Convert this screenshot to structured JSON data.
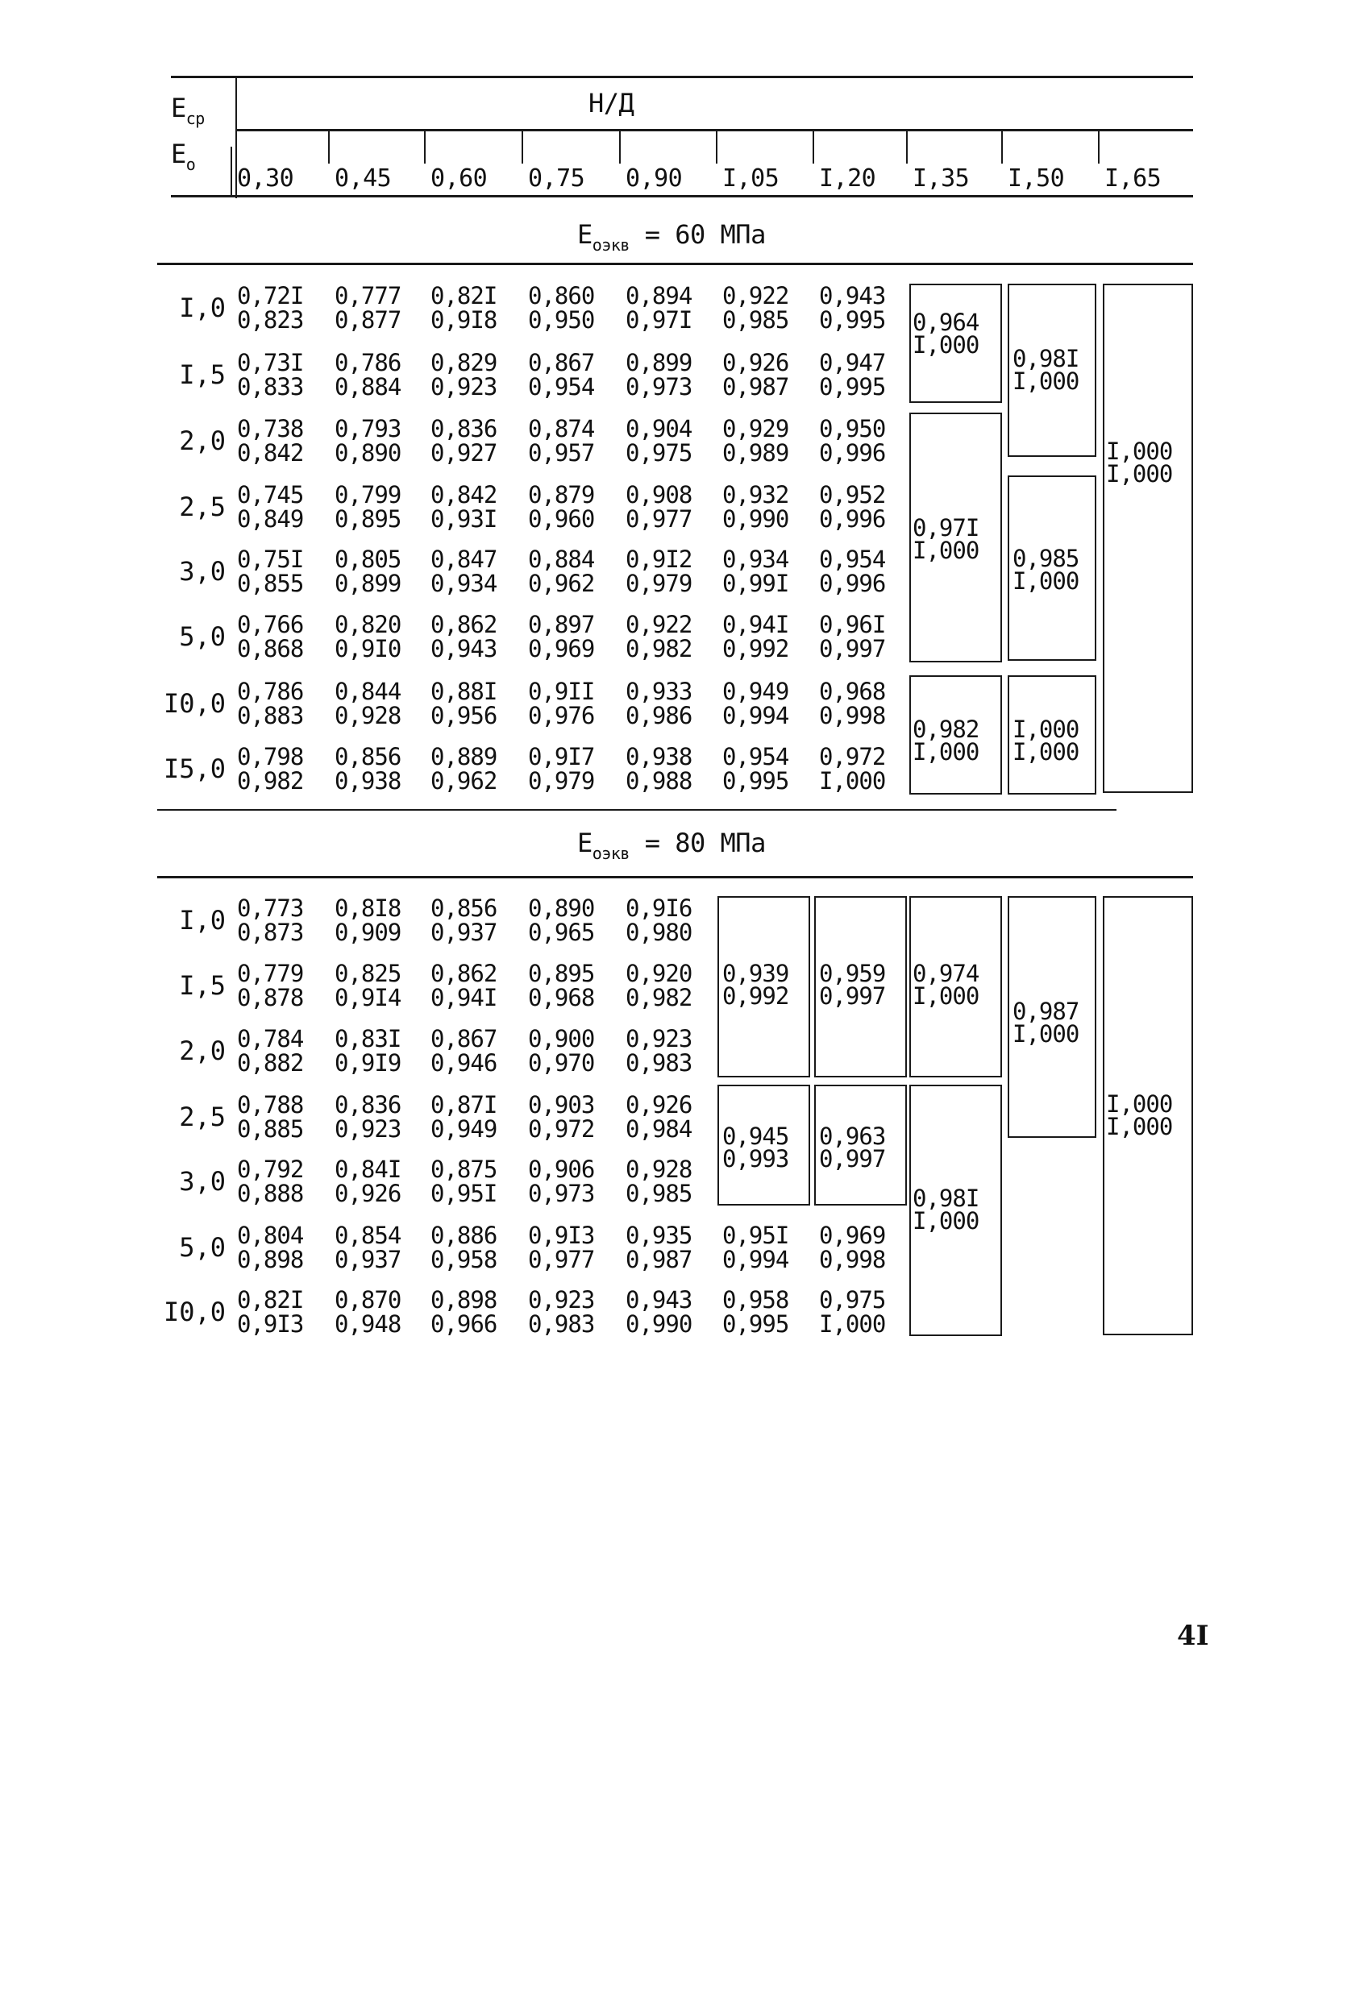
{
  "header": {
    "e_avg": "E",
    "e_avg_sub": "ср",
    "e0": "E",
    "e0_sub": "о",
    "hd": "Н/Д",
    "columns": [
      "0,30",
      "0,45",
      "0,60",
      "0,75",
      "0,90",
      "I,05",
      "I,20",
      "I,35",
      "I,50",
      "I,65"
    ]
  },
  "section1": {
    "title_e": "E",
    "title_sub": "оэкв",
    "title_rest": " = 60 МПа",
    "row_labels": [
      "I,0",
      "I,5",
      "2,0",
      "2,5",
      "3,0",
      "5,0",
      "I0,0",
      "I5,0"
    ],
    "rows": [
      {
        "top": [
          "0,72I",
          "0,777",
          "0,82I",
          "0,860",
          "0,894",
          "0,922",
          "0,943"
        ],
        "bot": [
          "0,823",
          "0,877",
          "0,9I8",
          "0,950",
          "0,97I",
          "0,985",
          "0,995"
        ]
      },
      {
        "top": [
          "0,73I",
          "0,786",
          "0,829",
          "0,867",
          "0,899",
          "0,926",
          "0,947"
        ],
        "bot": [
          "0,833",
          "0,884",
          "0,923",
          "0,954",
          "0,973",
          "0,987",
          "0,995"
        ]
      },
      {
        "top": [
          "0,738",
          "0,793",
          "0,836",
          "0,874",
          "0,904",
          "0,929",
          "0,950"
        ],
        "bot": [
          "0,842",
          "0,890",
          "0,927",
          "0,957",
          "0,975",
          "0,989",
          "0,996"
        ]
      },
      {
        "top": [
          "0,745",
          "0,799",
          "0,842",
          "0,879",
          "0,908",
          "0,932",
          "0,952"
        ],
        "bot": [
          "0,849",
          "0,895",
          "0,93I",
          "0,960",
          "0,977",
          "0,990",
          "0,996"
        ]
      },
      {
        "top": [
          "0,75I",
          "0,805",
          "0,847",
          "0,884",
          "0,9I2",
          "0,934",
          "0,954"
        ],
        "bot": [
          "0,855",
          "0,899",
          "0,934",
          "0,962",
          "0,979",
          "0,99I",
          "0,996"
        ]
      },
      {
        "top": [
          "0,766",
          "0,820",
          "0,862",
          "0,897",
          "0,922",
          "0,94I",
          "0,96I"
        ],
        "bot": [
          "0,868",
          "0,9I0",
          "0,943",
          "0,969",
          "0,982",
          "0,992",
          "0,997"
        ]
      },
      {
        "top": [
          "0,786",
          "0,844",
          "0,88I",
          "0,9II",
          "0,933",
          "0,949",
          "0,968"
        ],
        "bot": [
          "0,883",
          "0,928",
          "0,956",
          "0,976",
          "0,986",
          "0,994",
          "0,998"
        ]
      },
      {
        "top": [
          "0,798",
          "0,856",
          "0,889",
          "0,9I7",
          "0,938",
          "0,954",
          "0,972"
        ],
        "bot": [
          "0,982",
          "0,938",
          "0,962",
          "0,979",
          "0,988",
          "0,995",
          "I,000"
        ]
      }
    ],
    "merged": {
      "a": [
        "0,964",
        "I,000"
      ],
      "b": [
        "0,98I",
        "I,000"
      ],
      "c": [
        "I,000",
        "I,000"
      ],
      "d": [
        "0,97I",
        "I,000"
      ],
      "e": [
        "0,985",
        "I,000"
      ],
      "f": [
        "0,982",
        "I,000"
      ],
      "g": [
        "I,000",
        "I,000"
      ]
    }
  },
  "section2": {
    "title_e": "E",
    "title_sub": "оэкв",
    "title_rest": " = 80 МПа",
    "row_labels": [
      "I,0",
      "I,5",
      "2,0",
      "2,5",
      "3,0",
      "5,0",
      "I0,0"
    ],
    "rows": [
      {
        "top": [
          "0,773",
          "0,8I8",
          "0,856",
          "0,890",
          "0,9I6"
        ],
        "bot": [
          "0,873",
          "0,909",
          "0,937",
          "0,965",
          "0,980"
        ]
      },
      {
        "top": [
          "0,779",
          "0,825",
          "0,862",
          "0,895",
          "0,920"
        ],
        "bot": [
          "0,878",
          "0,9I4",
          "0,94I",
          "0,968",
          "0,982"
        ]
      },
      {
        "top": [
          "0,784",
          "0,83I",
          "0,867",
          "0,900",
          "0,923"
        ],
        "bot": [
          "0,882",
          "0,9I9",
          "0,946",
          "0,970",
          "0,983"
        ]
      },
      {
        "top": [
          "0,788",
          "0,836",
          "0,87I",
          "0,903",
          "0,926"
        ],
        "bot": [
          "0,885",
          "0,923",
          "0,949",
          "0,972",
          "0,984"
        ]
      },
      {
        "top": [
          "0,792",
          "0,84I",
          "0,875",
          "0,906",
          "0,928"
        ],
        "bot": [
          "0,888",
          "0,926",
          "0,95I",
          "0,973",
          "0,985"
        ]
      },
      {
        "top": [
          "0,804",
          "0,854",
          "0,886",
          "0,9I3",
          "0,935",
          "0,95I",
          "0,969"
        ],
        "bot": [
          "0,898",
          "0,937",
          "0,958",
          "0,977",
          "0,987",
          "0,994",
          "0,998"
        ]
      },
      {
        "top": [
          "0,82I",
          "0,870",
          "0,898",
          "0,923",
          "0,943",
          "0,958",
          "0,975"
        ],
        "bot": [
          "0,9I3",
          "0,948",
          "0,966",
          "0,983",
          "0,990",
          "0,995",
          "I,000"
        ]
      }
    ],
    "merged": {
      "a": [
        "0,939",
        "0,992"
      ],
      "b": [
        "0,959",
        "0,997"
      ],
      "c": [
        "0,974",
        "I,000"
      ],
      "d": [
        "0,987",
        "I,000"
      ],
      "e": [
        "I,000",
        "I,000"
      ],
      "f": [
        "0,945",
        "0,993"
      ],
      "g": [
        "0,963",
        "0,997"
      ],
      "h": [
        "0,98I",
        "I,000"
      ]
    }
  },
  "page_number": "4I"
}
